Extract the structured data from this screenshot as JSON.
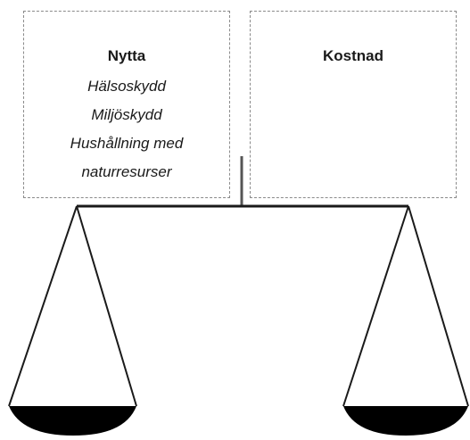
{
  "benefit_box": {
    "title": "Nytta",
    "items": [
      "Hälsoskydd",
      "Miljöskydd",
      "Hushållning med",
      "naturresurser"
    ]
  },
  "cost_box": {
    "title": "Kostnad"
  },
  "colors": {
    "line": "#1a1a1a",
    "border": "#8a8a8a",
    "pan_fill": "#000000"
  }
}
